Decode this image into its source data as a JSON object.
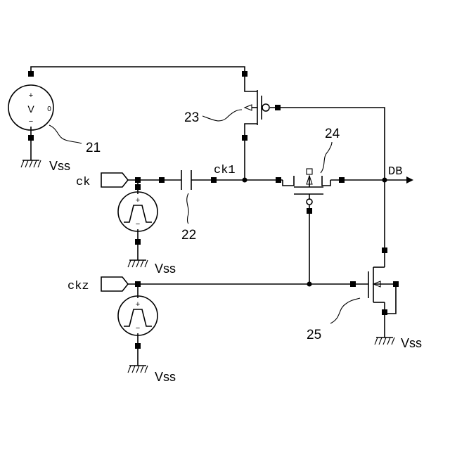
{
  "labels": {
    "ref_21": "21",
    "ref_22": "22",
    "ref_23": "23",
    "ref_24": "24",
    "ref_25": "25",
    "net_ck": "ck",
    "net_ckz": "ckz",
    "net_ck1": "ck1",
    "net_db": "DB",
    "vss_top": "Vss",
    "vss_ck": "Vss",
    "vss_ckz": "Vss",
    "vss_right": "Vss"
  },
  "dc_source": {
    "plus": "+",
    "v": "V",
    "zero": "0",
    "minus": "−"
  },
  "pulse_source_ck": {
    "plus": "+",
    "minus": "−"
  },
  "pulse_source_ckz": {
    "plus": "+",
    "minus": "−"
  },
  "colors": {
    "ink": "#000000",
    "background": "#ffffff"
  }
}
